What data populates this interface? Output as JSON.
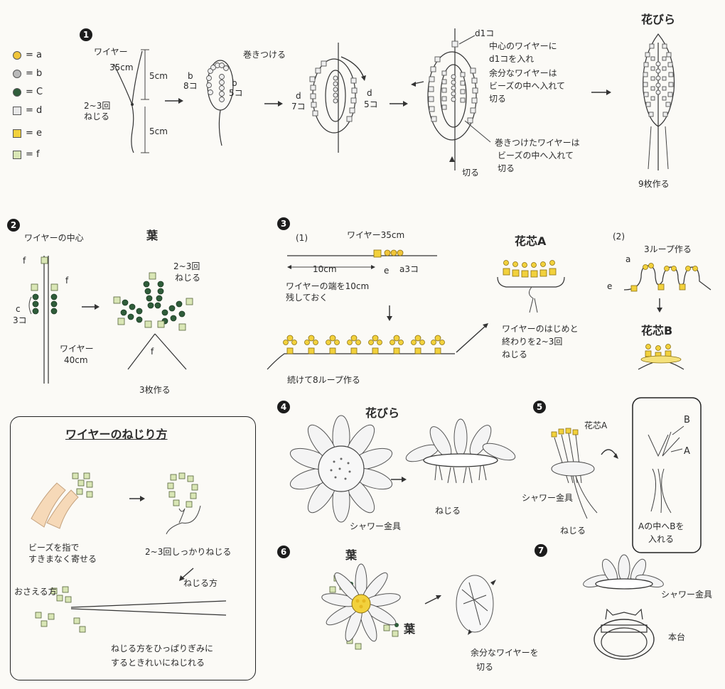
{
  "legend": [
    {
      "key": "a",
      "label": "= a",
      "color": "#f0c53a",
      "shape": "dot"
    },
    {
      "key": "b",
      "label": "= b",
      "color": "#b9b9b9",
      "shape": "dot"
    },
    {
      "key": "c",
      "label": "= C",
      "color": "#2f5d3a",
      "shape": "dot"
    },
    {
      "key": "d",
      "label": "= d",
      "color": "#e8e8e8",
      "shape": "square"
    },
    {
      "key": "e",
      "label": "= e",
      "color": "#f2d13c",
      "shape": "square"
    },
    {
      "key": "f",
      "label": "= f",
      "color": "#d9e6b5",
      "shape": "square"
    }
  ],
  "step1": {
    "number": "1",
    "wire_label": "ワイヤー",
    "wire_len": "35cm",
    "len_top": "5cm",
    "len_bottom": "5cm",
    "twist": "2~3回",
    "twist2": "ねじる",
    "b_label": "b",
    "b_count": "8コ",
    "wrap_label": "巻きつける",
    "b5_label": "b",
    "b5_count": "5コ",
    "d7_label": "d",
    "d7_count": "7コ",
    "d5_label": "d",
    "d5_count": "5コ",
    "d1_label": "d1コ",
    "note1_l1": "中心のワイヤーに",
    "note1_l2": "d1コを入れ",
    "note1_l3": "余分なワイヤーは",
    "note1_l4": "ビーズの中へ入れて",
    "note1_l5": "切る",
    "note2_l1": "巻きつけたワイヤーは",
    "note2_l2": "ビーズの中へ入れて",
    "note2_l3": "切る",
    "cut": "切る",
    "petal_title": "花びら",
    "make9": "9枚作る"
  },
  "step2": {
    "number": "2",
    "title": "葉",
    "wire_center": "ワイヤーの中心",
    "f1": "f",
    "f2": "f",
    "c_label": "c",
    "c_count": "3コ",
    "wire": "ワイヤー",
    "wire_len": "40cm",
    "twist1": "2~3回",
    "twist2": "ねじる",
    "f3": "f",
    "make3": "3枚作る"
  },
  "step3": {
    "number": "3",
    "sub1": "(1)",
    "wire": "ワイヤー35cm",
    "len10": "10cm",
    "e_label": "e",
    "a_label": "a3コ",
    "note_l1": "ワイヤーの端を10cm",
    "note_l2": "残しておく",
    "loops8": "続けて8ループ作る",
    "coreA": "花芯A",
    "twist_l1": "ワイヤーのはじめと",
    "twist_l2": "終わりを2~3回",
    "twist_l3": "ねじる",
    "sub2": "(2)",
    "loops3": "3ループ作る",
    "a": "a",
    "e": "e",
    "coreB": "花芯B"
  },
  "howto": {
    "title": "ワイヤーのねじり方",
    "note1_l1": "ビーズを指で",
    "note1_l2": "すきまなく寄せる",
    "note2": "2~3回しっかりねじる",
    "twist_way": "ねじる方",
    "hold": "おさえる方",
    "note3_l1": "ねじる方をひっぱりぎみに",
    "note3_l2": "するときれいにねじれる"
  },
  "step4": {
    "number": "4",
    "petal": "花びら",
    "shower": "シャワー金具",
    "twist": "ねじる"
  },
  "step5": {
    "number": "5",
    "coreA": "花芯A",
    "shower": "シャワー金具",
    "twist": "ねじる",
    "B": "B",
    "A": "A",
    "note_l1": "Aの中へBを",
    "note_l2": "入れる"
  },
  "step6": {
    "number": "6",
    "leaf1": "葉",
    "leaf2": "葉",
    "cut_l1": "余分なワイヤーを",
    "cut_l2": "切る"
  },
  "step7": {
    "number": "7",
    "shower": "シャワー金具",
    "base": "本台"
  }
}
